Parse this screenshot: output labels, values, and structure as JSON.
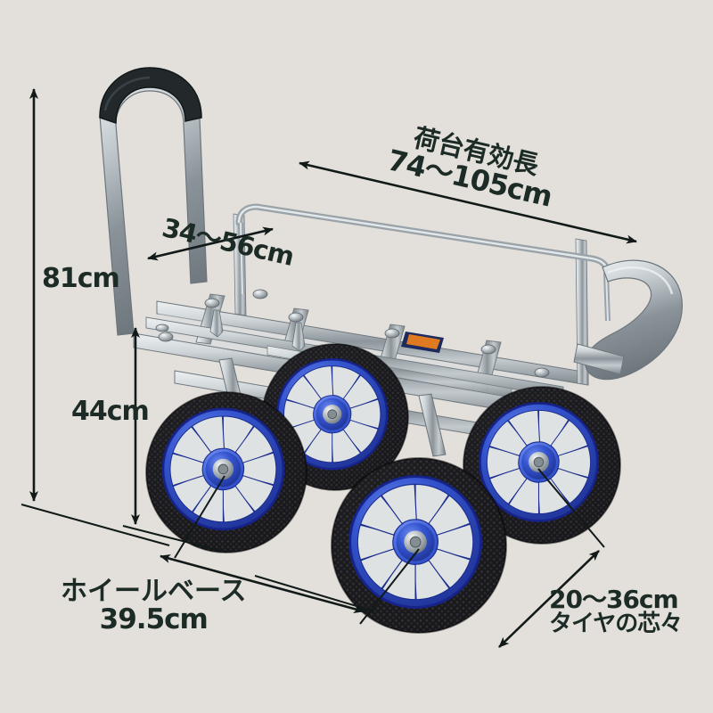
{
  "figure": {
    "kind": "product-dimension-diagram",
    "subject": "aluminum four-wheel hand cart with blue wheels",
    "background_color": "#e3e0db",
    "text_color": "#1c2b26"
  },
  "dimensions": {
    "bed_length": {
      "title": "荷台有効長",
      "value": "74〜105cm"
    },
    "bed_width": {
      "value": "34〜56cm"
    },
    "total_height": {
      "value": "81cm"
    },
    "deck_height": {
      "value": "44cm"
    },
    "wheelbase": {
      "title": "ホイールベース",
      "value": "39.5cm"
    },
    "tire_track": {
      "value": "20〜36cm",
      "note": "タイヤの芯々"
    }
  },
  "colors": {
    "wheel_blue": "#2c49c4",
    "wheel_blue_light": "#4f6fe0",
    "tire_black": "#1b1b1d",
    "frame_silver": "#b9bdc0",
    "frame_silver_light": "#e6e9ea",
    "frame_silver_dark": "#7d858b",
    "grip_black": "#232c2c",
    "sticker_orange": "#e07a22"
  }
}
